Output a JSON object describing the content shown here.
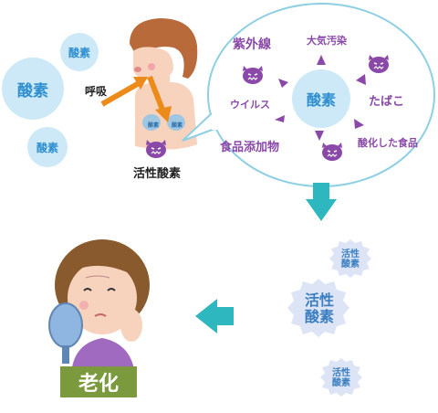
{
  "oxygen_bubbles": {
    "large": "酸素",
    "small_top": "酸素",
    "small_bottom": "酸素"
  },
  "breathing_label": "呼吸",
  "body_bubbles": {
    "left": "酸素",
    "right": "酸素"
  },
  "active_oxygen_label": "活性酸素",
  "causes": {
    "center": "酸素",
    "uv": "紫外線",
    "pollution": "大気汚染",
    "virus": "ウイルス",
    "tobacco": "たばこ",
    "additives": "食品添加物",
    "oxidized_food": "酸化した食品"
  },
  "stars": {
    "top": "活性\n酸素",
    "middle": "活性\n酸素",
    "bottom": "活性\n酸素"
  },
  "aging_label": "老化",
  "colors": {
    "bubble_fill": "#cde9f7",
    "bubble_text": "#2f8fd0",
    "germ": "#8a49a8",
    "arrow_orange": "#ec8a1a",
    "arrow_teal": "#2fb7c0",
    "aging_sign": "#7b9a3e"
  }
}
